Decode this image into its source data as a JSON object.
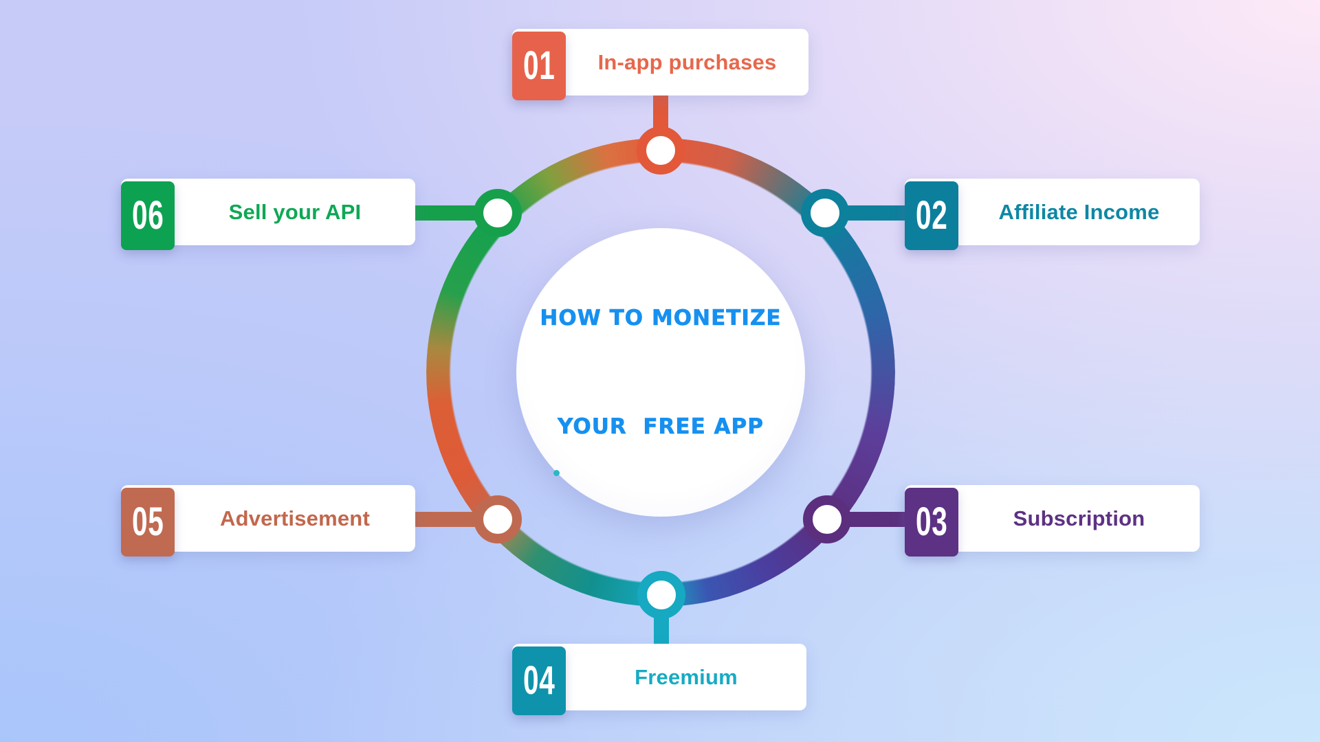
{
  "background": {
    "top_left": "#c6cbf8",
    "top_right": "#fde9f7",
    "bottom_left": "#a9c6fb",
    "bottom_right": "#cbe7fc"
  },
  "center": {
    "title_line1": "HOW TO MONETIZE",
    "title_line2": "YOUR  FREE APP",
    "title_color": "#1690F0"
  },
  "items": [
    {
      "number": "01",
      "label": "In-app purchases",
      "accent": "#E7624A",
      "node_color": "#E25839",
      "text_color": "#E7674B",
      "position": "top"
    },
    {
      "number": "02",
      "label": "Affiliate Income",
      "accent": "#0C7F9D",
      "node_color": "#0D809C",
      "text_color": "#0E87A5",
      "position": "upper-right"
    },
    {
      "number": "03",
      "label": "Subscription",
      "accent": "#5D3184",
      "node_color": "#5C2E7E",
      "text_color": "#5D3184",
      "position": "lower-right"
    },
    {
      "number": "04",
      "label": "Freemium",
      "accent": "#0F93AC",
      "node_color": "#16A9C1",
      "text_color": "#17ABC4",
      "position": "bottom"
    },
    {
      "number": "05",
      "label": "Advertisement",
      "accent": "#C06A51",
      "node_color": "#BF6A50",
      "text_color": "#C2674D",
      "position": "lower-left"
    },
    {
      "number": "06",
      "label": "Sell your API",
      "accent": "#0DA251",
      "node_color": "#16A04C",
      "text_color": "#0EA855",
      "position": "upper-left"
    }
  ],
  "ring": {
    "stops": [
      {
        "angle": 0,
        "color": "#E5583A"
      },
      {
        "angle": 18,
        "color": "#D06048"
      },
      {
        "angle": 46,
        "color": "#0D809C"
      },
      {
        "angle": 75,
        "color": "#2E66A9"
      },
      {
        "angle": 105,
        "color": "#5C3F9B"
      },
      {
        "angle": 132,
        "color": "#5C2E7E"
      },
      {
        "angle": 152,
        "color": "#4A3E9F"
      },
      {
        "angle": 168,
        "color": "#3B56B2"
      },
      {
        "angle": 180,
        "color": "#16A9C1"
      },
      {
        "angle": 198,
        "color": "#12908F"
      },
      {
        "angle": 214,
        "color": "#2E9070"
      },
      {
        "angle": 222,
        "color": "#7E8A5E"
      },
      {
        "angle": 228,
        "color": "#C16950"
      },
      {
        "angle": 242,
        "color": "#DE5B38"
      },
      {
        "angle": 262,
        "color": "#DC5F35"
      },
      {
        "angle": 276,
        "color": "#A98840"
      },
      {
        "angle": 291,
        "color": "#27A04C"
      },
      {
        "angle": 314,
        "color": "#13A14E"
      },
      {
        "angle": 330,
        "color": "#7FA03F"
      },
      {
        "angle": 346,
        "color": "#DA7241"
      },
      {
        "angle": 360,
        "color": "#E5583A"
      }
    ]
  }
}
